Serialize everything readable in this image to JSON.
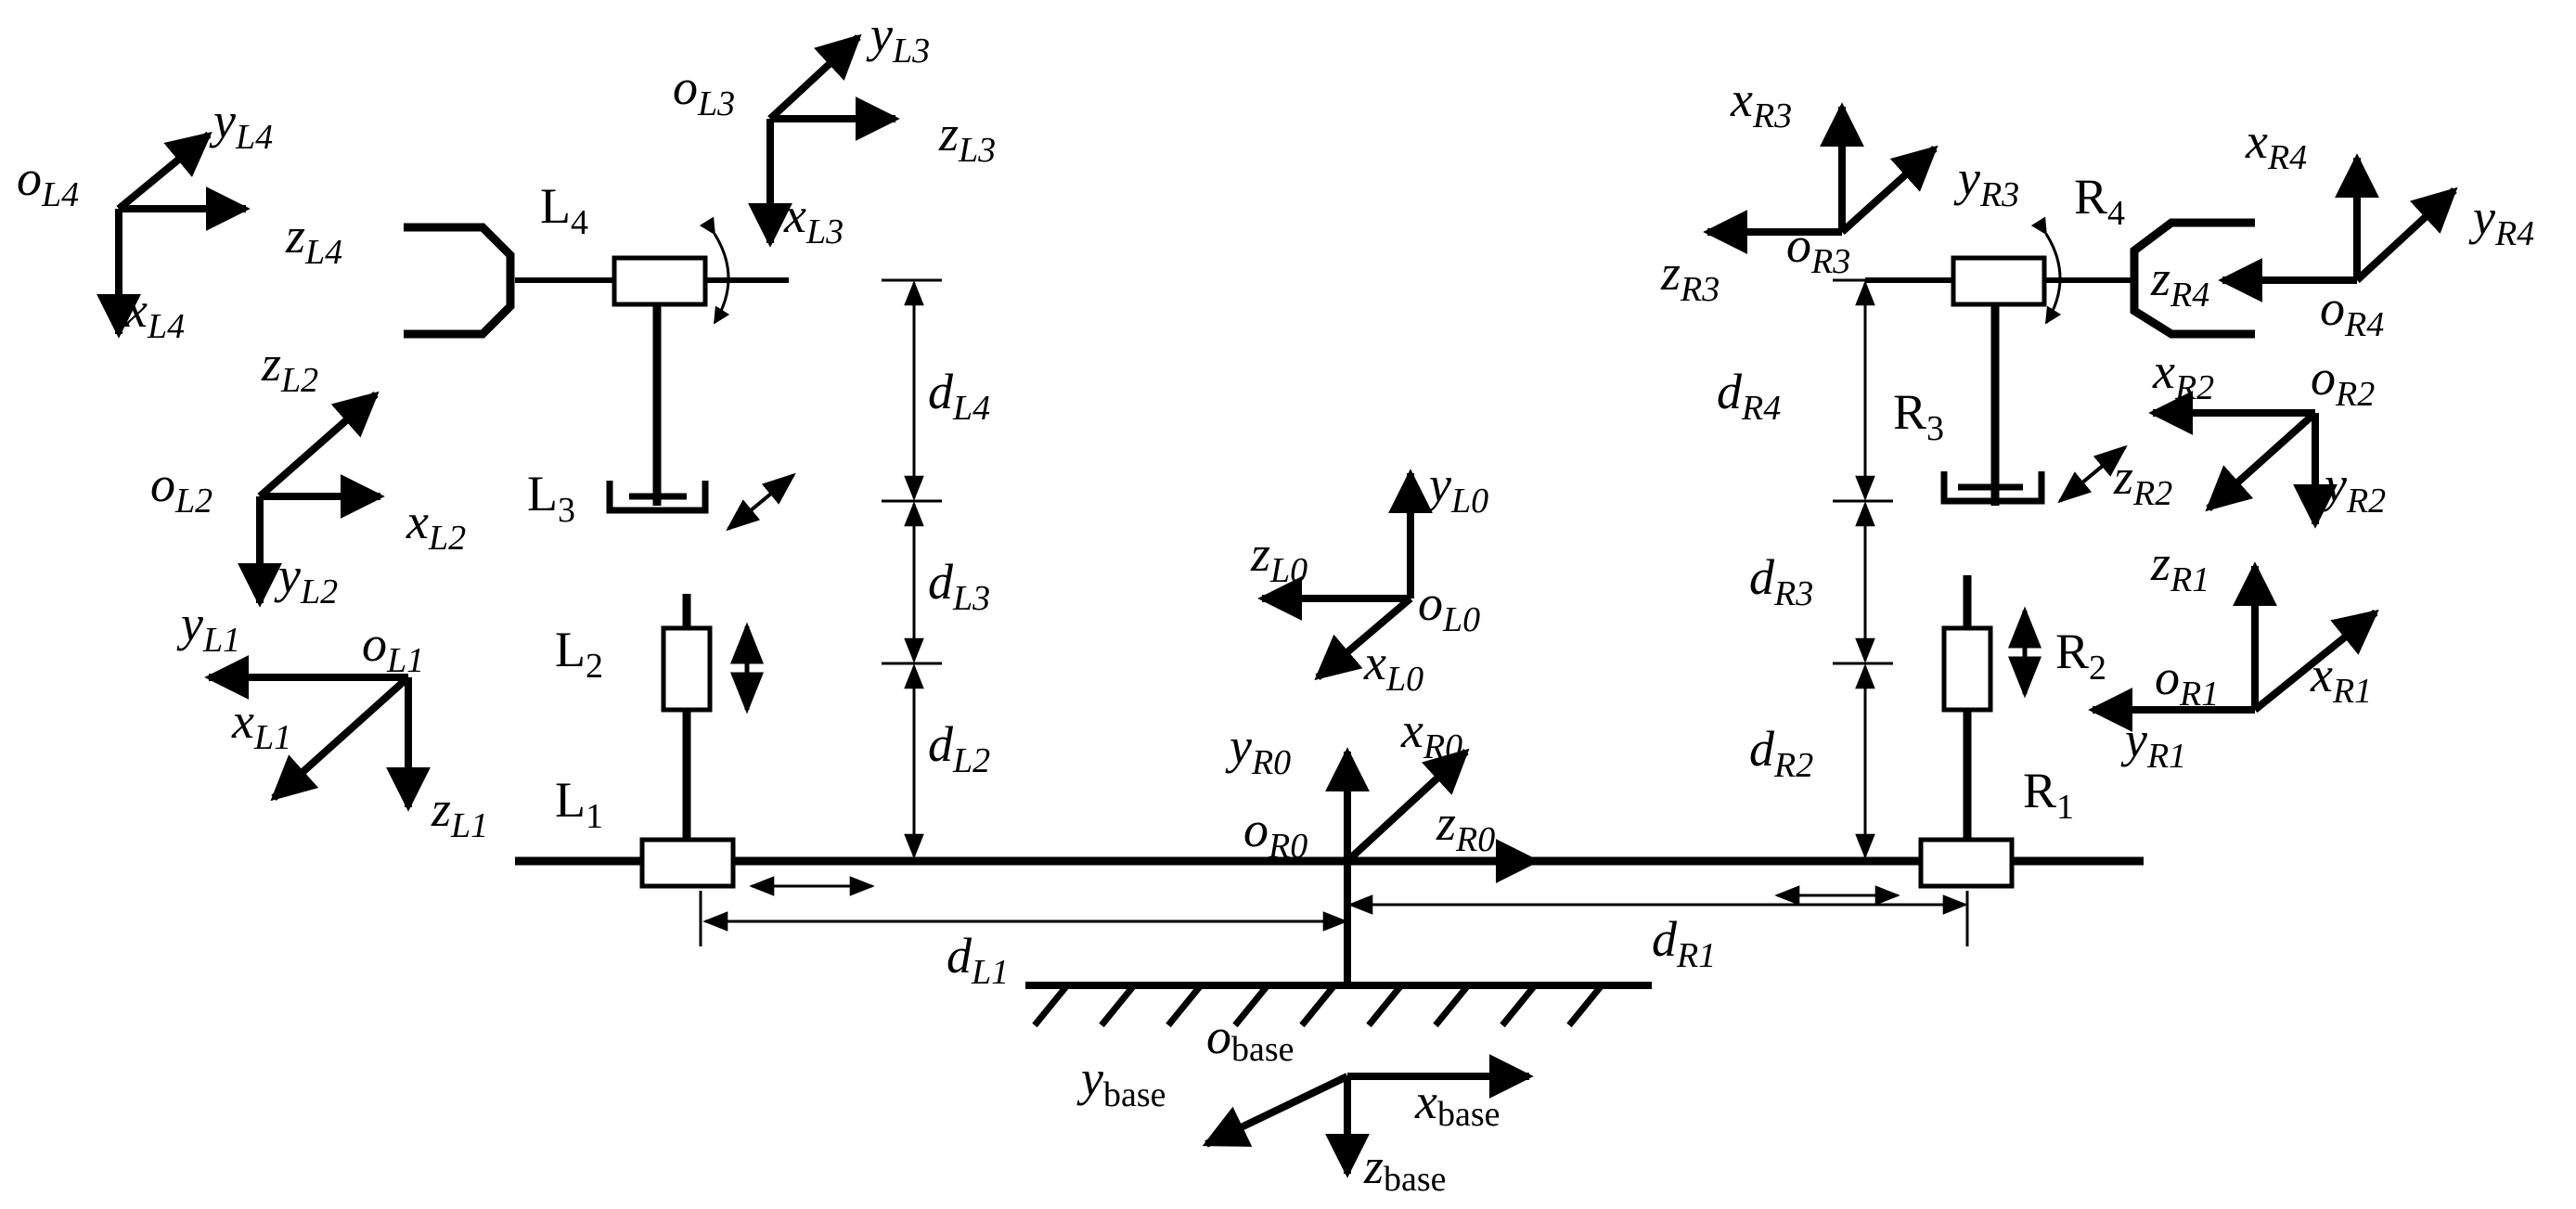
{
  "frames": [
    {
      "id": "L4",
      "origin": [
        "o",
        "L4"
      ],
      "x": [
        "x",
        "L4"
      ],
      "y": [
        "y",
        "L4"
      ],
      "z": [
        "z",
        "L4"
      ]
    },
    {
      "id": "L3",
      "origin": [
        "o",
        "L3"
      ],
      "x": [
        "x",
        "L3"
      ],
      "y": [
        "y",
        "L3"
      ],
      "z": [
        "z",
        "L3"
      ]
    },
    {
      "id": "L2",
      "origin": [
        "o",
        "L2"
      ],
      "x": [
        "x",
        "L2"
      ],
      "y": [
        "y",
        "L2"
      ],
      "z": [
        "z",
        "L2"
      ]
    },
    {
      "id": "L1",
      "origin": [
        "o",
        "L1"
      ],
      "x": [
        "x",
        "L1"
      ],
      "y": [
        "y",
        "L1"
      ],
      "z": [
        "z",
        "L1"
      ]
    },
    {
      "id": "L0",
      "origin": [
        "o",
        "L0"
      ],
      "x": [
        "x",
        "L0"
      ],
      "y": [
        "y",
        "L0"
      ],
      "z": [
        "z",
        "L0"
      ]
    },
    {
      "id": "R0",
      "origin": [
        "o",
        "R0"
      ],
      "x": [
        "x",
        "R0"
      ],
      "y": [
        "y",
        "R0"
      ],
      "z": [
        "z",
        "R0"
      ]
    },
    {
      "id": "R1",
      "origin": [
        "o",
        "R1"
      ],
      "x": [
        "x",
        "R1"
      ],
      "y": [
        "y",
        "R1"
      ],
      "z": [
        "z",
        "R1"
      ]
    },
    {
      "id": "R2",
      "origin": [
        "o",
        "R2"
      ],
      "x": [
        "x",
        "R2"
      ],
      "y": [
        "y",
        "R2"
      ],
      "z": [
        "z",
        "R2"
      ]
    },
    {
      "id": "R3",
      "origin": [
        "o",
        "R3"
      ],
      "x": [
        "x",
        "R3"
      ],
      "y": [
        "y",
        "R3"
      ],
      "z": [
        "z",
        "R3"
      ]
    },
    {
      "id": "R4",
      "origin": [
        "o",
        "R4"
      ],
      "x": [
        "x",
        "R4"
      ],
      "y": [
        "y",
        "R4"
      ],
      "z": [
        "z",
        "R4"
      ]
    },
    {
      "id": "base",
      "origin": [
        "o",
        "base"
      ],
      "x": [
        "x",
        "base"
      ],
      "y": [
        "y",
        "base"
      ],
      "z": [
        "z",
        "base"
      ]
    }
  ],
  "joints": {
    "L1": [
      "L",
      "1"
    ],
    "L2": [
      "L",
      "2"
    ],
    "L3": [
      "L",
      "3"
    ],
    "L4": [
      "L",
      "4"
    ],
    "R1": [
      "R",
      "1"
    ],
    "R2": [
      "R",
      "2"
    ],
    "R3": [
      "R",
      "3"
    ],
    "R4": [
      "R",
      "4"
    ]
  },
  "dimensions": {
    "dL1": [
      "d",
      "L1"
    ],
    "dL2": [
      "d",
      "L2"
    ],
    "dL3": [
      "d",
      "L3"
    ],
    "dL4": [
      "d",
      "L4"
    ],
    "dR1": [
      "d",
      "R1"
    ],
    "dR2": [
      "d",
      "R2"
    ],
    "dR3": [
      "d",
      "R3"
    ],
    "dR4": [
      "d",
      "R4"
    ]
  },
  "style": {
    "line_color": "#000000",
    "background": "#ffffff"
  }
}
